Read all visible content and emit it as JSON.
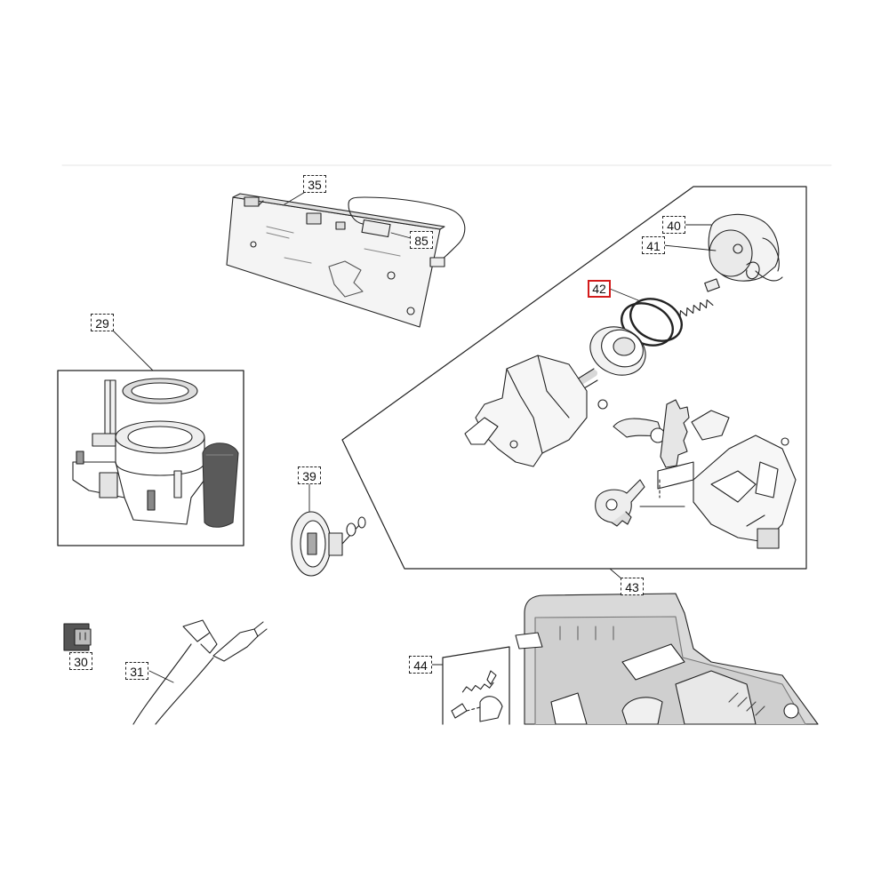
{
  "diagram": {
    "parts": {
      "p35": "35",
      "p85": "85",
      "p29": "29",
      "p40": "40",
      "p41": "41",
      "p42": "42",
      "p39": "39",
      "p43": "43",
      "p30": "30",
      "p31": "31",
      "p44": "44"
    },
    "highlighted_part": "42",
    "highlight_color": "#d31b1b",
    "line_color": "#222222",
    "shade_color": "#d9d9d9"
  }
}
